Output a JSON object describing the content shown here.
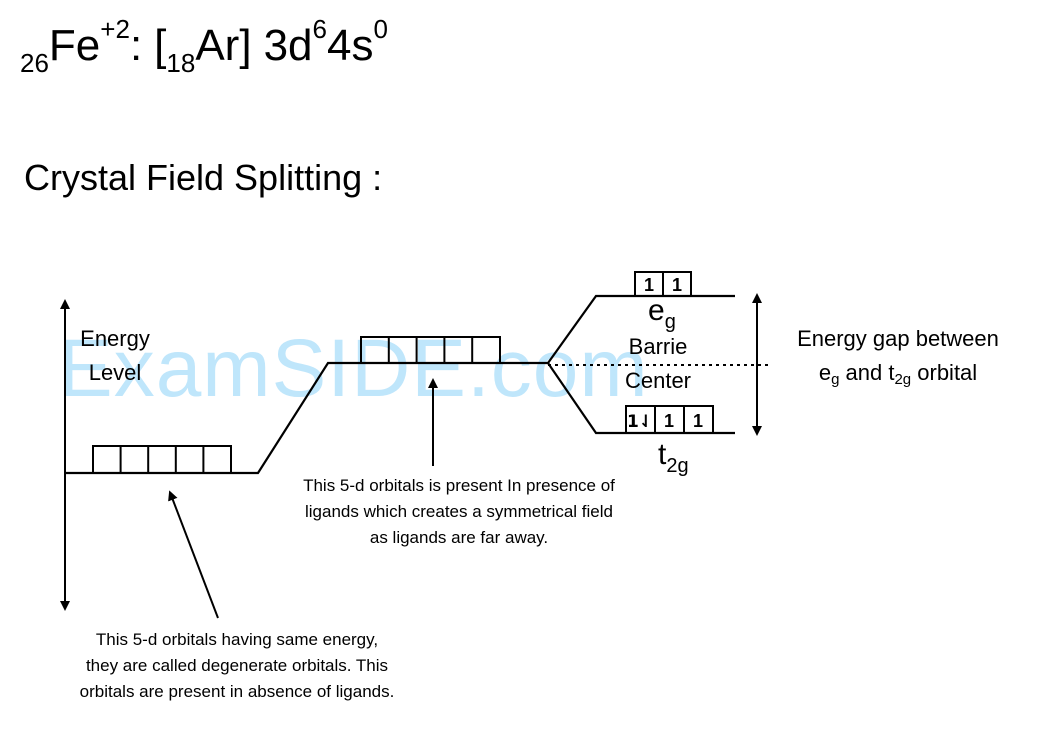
{
  "formula": {
    "atomic_number": "26",
    "element": "Fe",
    "charge": "+2",
    "separator": ":",
    "core_open": "[",
    "core_number": "18",
    "core_element": "Ar",
    "core_close": "]",
    "config_3d": "3d",
    "config_3d_exp": "6",
    "config_4s": "4s",
    "config_4s_exp": "0"
  },
  "heading": "Crystal Field Splitting :",
  "watermark": "ExamSIDE.com",
  "axis": {
    "line1": "Energy",
    "line2": "Level"
  },
  "orbitals": {
    "eg_letter": "e",
    "eg_sub": "g",
    "t2g_letter": "t",
    "t2g_sub": "2g",
    "eg_electrons": [
      "1",
      "1"
    ],
    "t2g_electrons": [
      "1⇃",
      "1",
      "1"
    ]
  },
  "barrie": {
    "line1": "Barrie",
    "line2": "Center"
  },
  "energy_gap": {
    "line1": "Energy gap between",
    "part_e": "e",
    "part_g": "g",
    "part_and": " and t",
    "part_2g": "2g",
    "part_orbital": " orbital"
  },
  "notes": {
    "degenerate": "This 5-d orbitals having same energy, they are called degenerate orbitals. This orbitals are present in absence of ligands.",
    "ligands": "This 5-d orbitals is present In presence of ligands which creates a symmetrical field as ligands are far away."
  }
}
